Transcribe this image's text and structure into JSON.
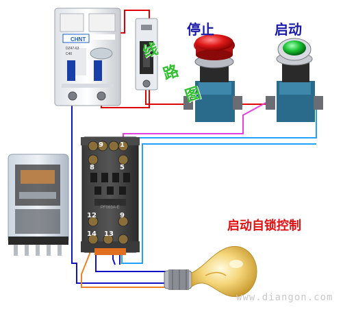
{
  "labels": {
    "stop": "停止",
    "start": "启动",
    "title": "启动自锁控制",
    "website": "www.diangon.com"
  },
  "watermark": [
    "线",
    "路",
    "图"
  ],
  "breaker": {
    "brand": "CHNT",
    "model": "DZ47-63",
    "rating": "C40"
  },
  "relay_base": {
    "marking": "PF083A-E"
  },
  "terminals": {
    "t9_top": "9",
    "t1": "1",
    "t8": "8",
    "t5": "5",
    "t12": "12",
    "t9_bottom": "9",
    "t14": "14",
    "t13": "13"
  },
  "wire_colors": {
    "red": "#e00000",
    "blue": "#1010c8",
    "pink": "#e040e0",
    "cyan": "#20a0ff",
    "orange": "#f08020"
  },
  "button_colors": {
    "stop": "#e01818",
    "start": "#18c030"
  }
}
